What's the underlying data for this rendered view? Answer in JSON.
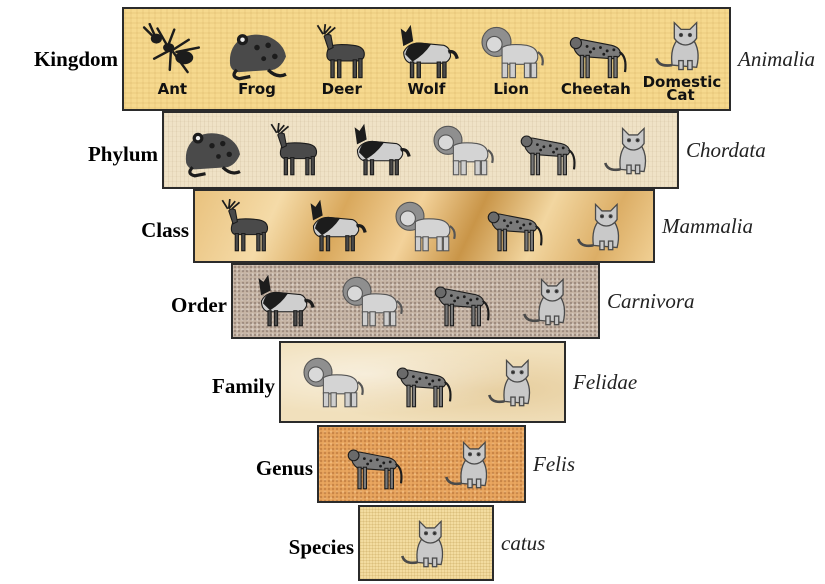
{
  "levels": [
    {
      "rank": "Kingdom",
      "taxon": "Animalia",
      "animals": [
        "ant",
        "frog",
        "deer",
        "wolf",
        "lion",
        "cheetah",
        "cat"
      ],
      "labels": [
        "Ant",
        "Frog",
        "Deer",
        "Wolf",
        "Lion",
        "Cheetah",
        "Domestic Cat"
      ]
    },
    {
      "rank": "Phylum",
      "taxon": "Chordata",
      "animals": [
        "frog",
        "deer",
        "wolf",
        "lion",
        "cheetah",
        "cat"
      ]
    },
    {
      "rank": "Class",
      "taxon": "Mammalia",
      "animals": [
        "deer",
        "wolf",
        "lion",
        "cheetah",
        "cat"
      ]
    },
    {
      "rank": "Order",
      "taxon": "Carnivora",
      "animals": [
        "wolf",
        "lion",
        "cheetah",
        "cat"
      ]
    },
    {
      "rank": "Family",
      "taxon": "Felidae",
      "animals": [
        "lion",
        "cheetah",
        "cat"
      ]
    },
    {
      "rank": "Genus",
      "taxon": "Felis",
      "animals": [
        "cheetah",
        "cat"
      ]
    },
    {
      "rank": "Species",
      "taxon": "catus",
      "animals": [
        "cat"
      ]
    }
  ],
  "icons": {
    "ant": "ant-icon",
    "frog": "frog-icon",
    "deer": "deer-icon",
    "wolf": "wolf-icon",
    "lion": "lion-icon",
    "cheetah": "cheetah-icon",
    "cat": "cat-icon"
  }
}
